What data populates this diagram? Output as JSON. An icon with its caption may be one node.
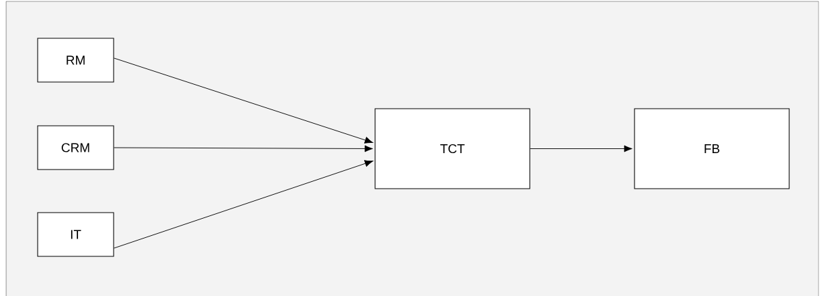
{
  "diagram": {
    "nodes": [
      {
        "text": [
          "RM"
        ]
      },
      {
        "text": [
          "CRM"
        ]
      },
      {
        "text": [
          "IT"
        ]
      },
      {
        "text": [
          "TCT"
        ]
      },
      {
        "text": [
          "FB"
        ]
      }
    ],
    "edges": [
      {
        "from": 0,
        "to": 3,
        "arrow": "to"
      },
      {
        "from": 1,
        "to": 3,
        "arrow": "to"
      },
      {
        "from": 2,
        "to": 3,
        "arrow": "to"
      },
      {
        "from": 3,
        "to": 4,
        "arrow": "to"
      }
    ]
  }
}
